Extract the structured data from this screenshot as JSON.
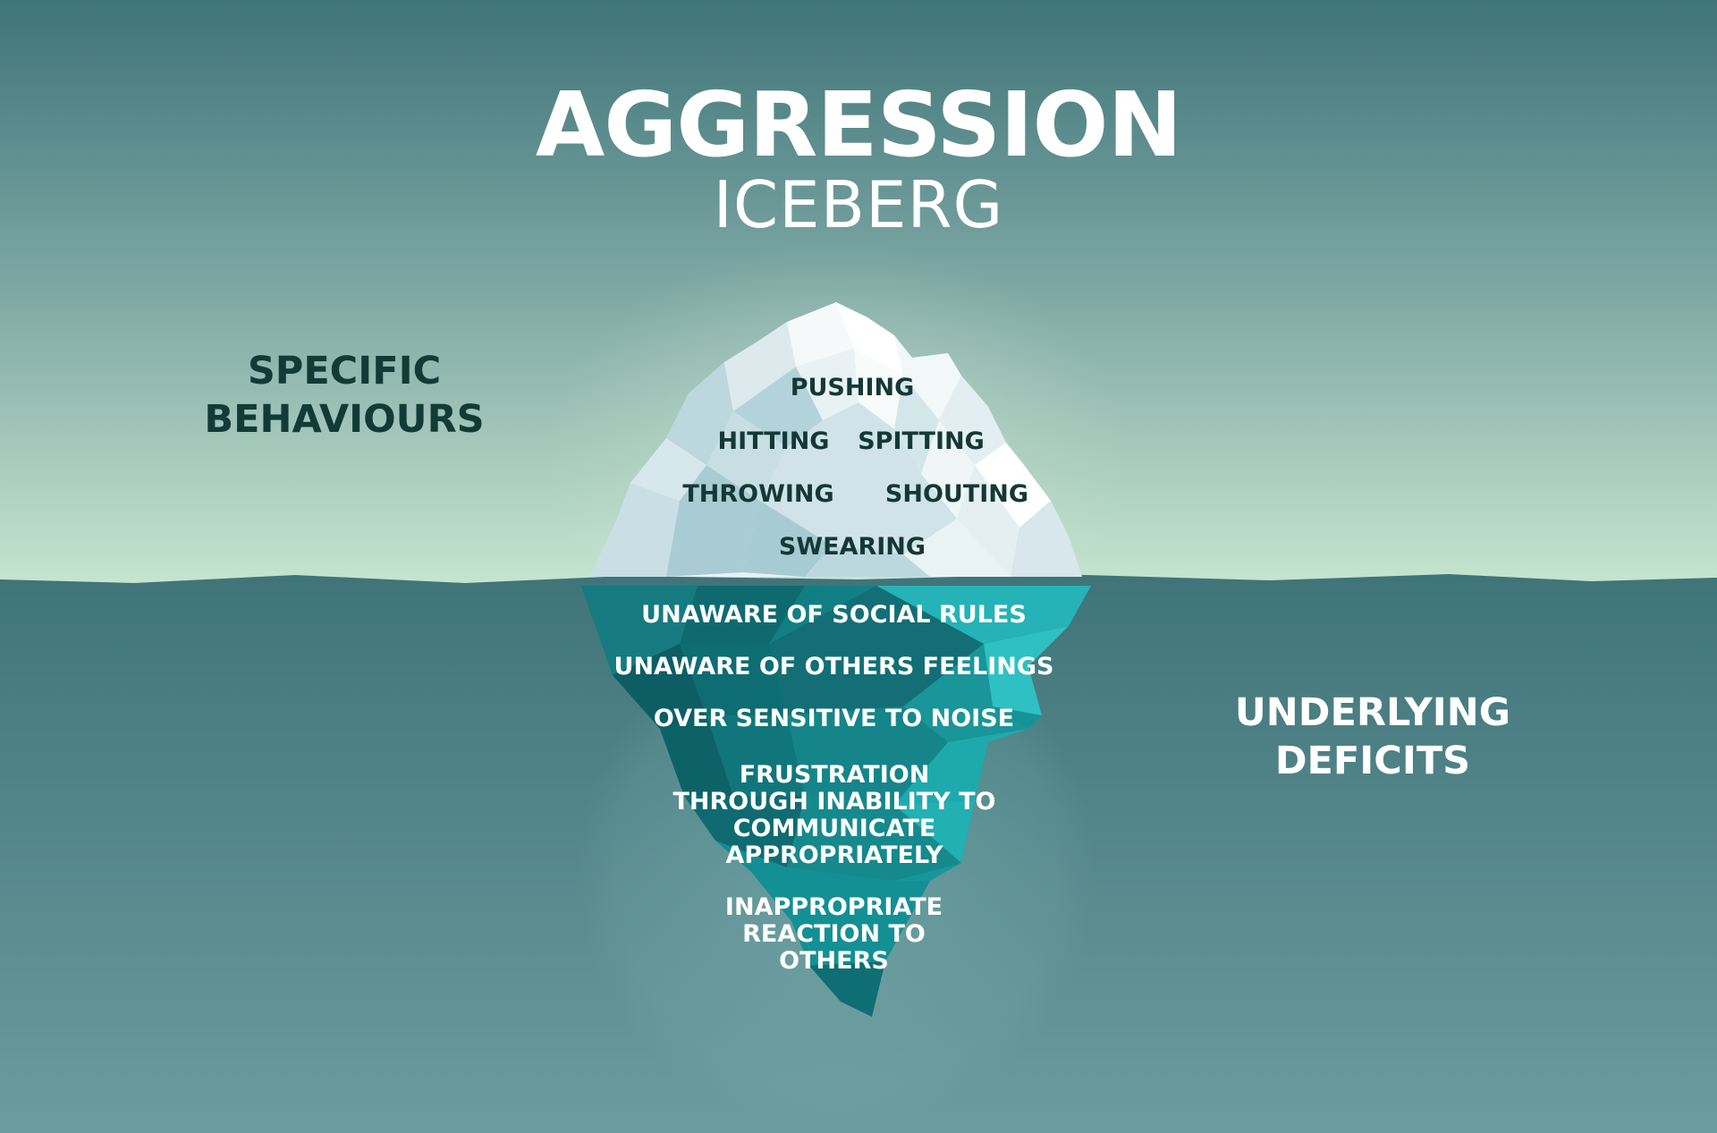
{
  "title": "AGGRESSION",
  "subtitle": "ICEBERG",
  "left_heading": "SPECIFIC BEHAVIOURS",
  "right_heading": "UNDERLYING DEFICITS",
  "above_water": {
    "pushing": "PUSHING",
    "hitting": "HITTING",
    "spitting": "SPITTING",
    "throwing": "THROWING",
    "shouting": "SHOUTING",
    "swearing": "SWEARING"
  },
  "below_water": {
    "social_rules": "UNAWARE OF SOCIAL RULES",
    "others_feelings": "UNAWARE OF OTHERS FEELINGS",
    "noise": "OVER SENSITIVE TO NOISE",
    "frustration": "FRUSTRATION THROUGH INABILITY TO COMMUNICATE APPROPRIATELY",
    "inappropriate_reaction": "INAPPROPRIATE REACTION TO OTHERS"
  },
  "colors": {
    "sky_top": "#3f7479",
    "sky_horizon": "#c8e6cf",
    "water_top": "#3f7479",
    "water_bottom": "#6b9c9e",
    "ice_white": "#f4f8f9",
    "ice_shadow": "#b8d6dc",
    "underwater_ice": "#1aa3a8",
    "dark_text": "#143836",
    "light_text": "#ffffff"
  }
}
